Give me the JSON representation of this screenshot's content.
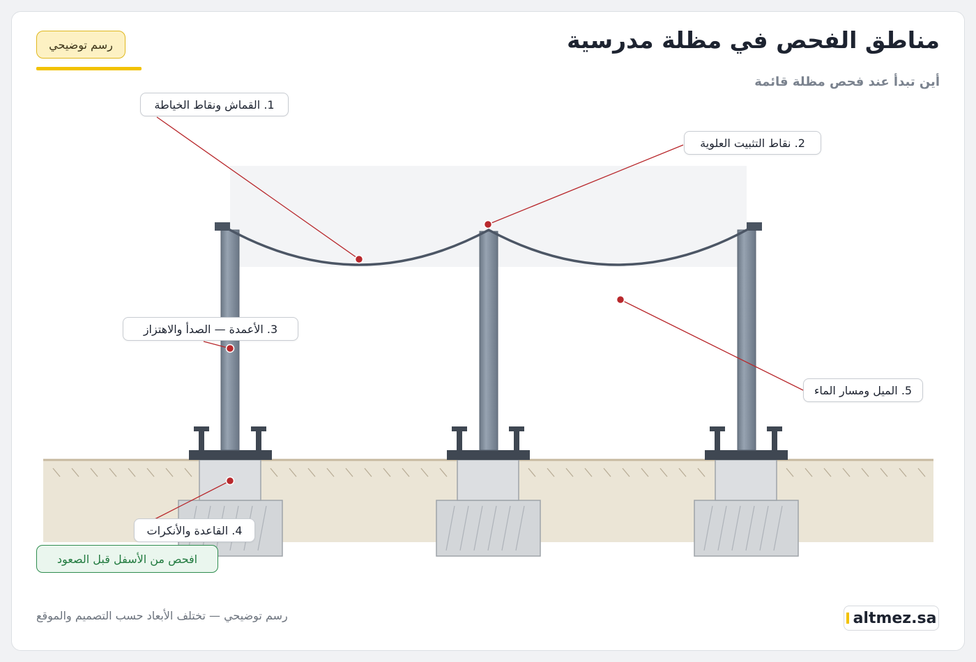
{
  "header": {
    "title": "مناطق الفحص في مظلة مدرسية",
    "subtitle": "أين تبدأ عند فحص مظلة قائمة",
    "badge": "رسم توضيحي"
  },
  "callouts": {
    "fabric": "1. القماش ونقاط الخياطة",
    "top_fixings": "2. نقاط التثبيت العلوية",
    "columns": "3. الأعمدة — الصدأ والاهتزاز",
    "base": "4. القاعدة والأنكرات",
    "slope": "5. الميل ومسار الماء"
  },
  "note": "افحص من الأسفل قبل الصعود",
  "footer": {
    "disclaimer": "رسم توضيحي — تختلف الأبعاد حسب التصميم والموقع",
    "logo": "altmez.sa"
  },
  "colors": {
    "accent_yellow": "#f2c200",
    "leader_red": "#b8282c",
    "steel": "#7d8a99",
    "ground": "#ebe5d6",
    "note_green": "#2f8d4f"
  }
}
